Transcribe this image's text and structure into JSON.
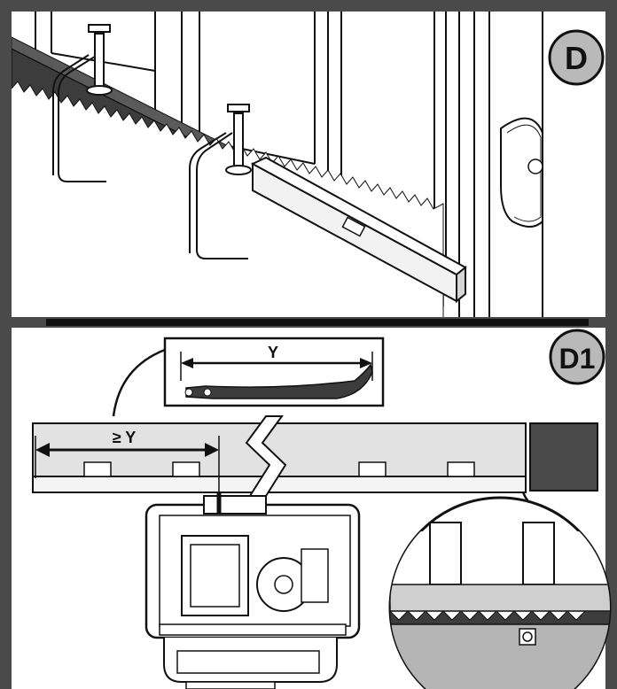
{
  "panels": {
    "top": {
      "badge": "D"
    },
    "bottom": {
      "badge": "D1",
      "inset_dimension": "Y",
      "rack_dimension": "≥ Y"
    }
  },
  "colors": {
    "frame": "#4a4a4a",
    "badge_fill": "#b9b9b9",
    "rack_dark": "#3c3c3c",
    "line": "#111111",
    "panel_bg": "#ffffff",
    "light_fill": "#e2e2e2"
  }
}
